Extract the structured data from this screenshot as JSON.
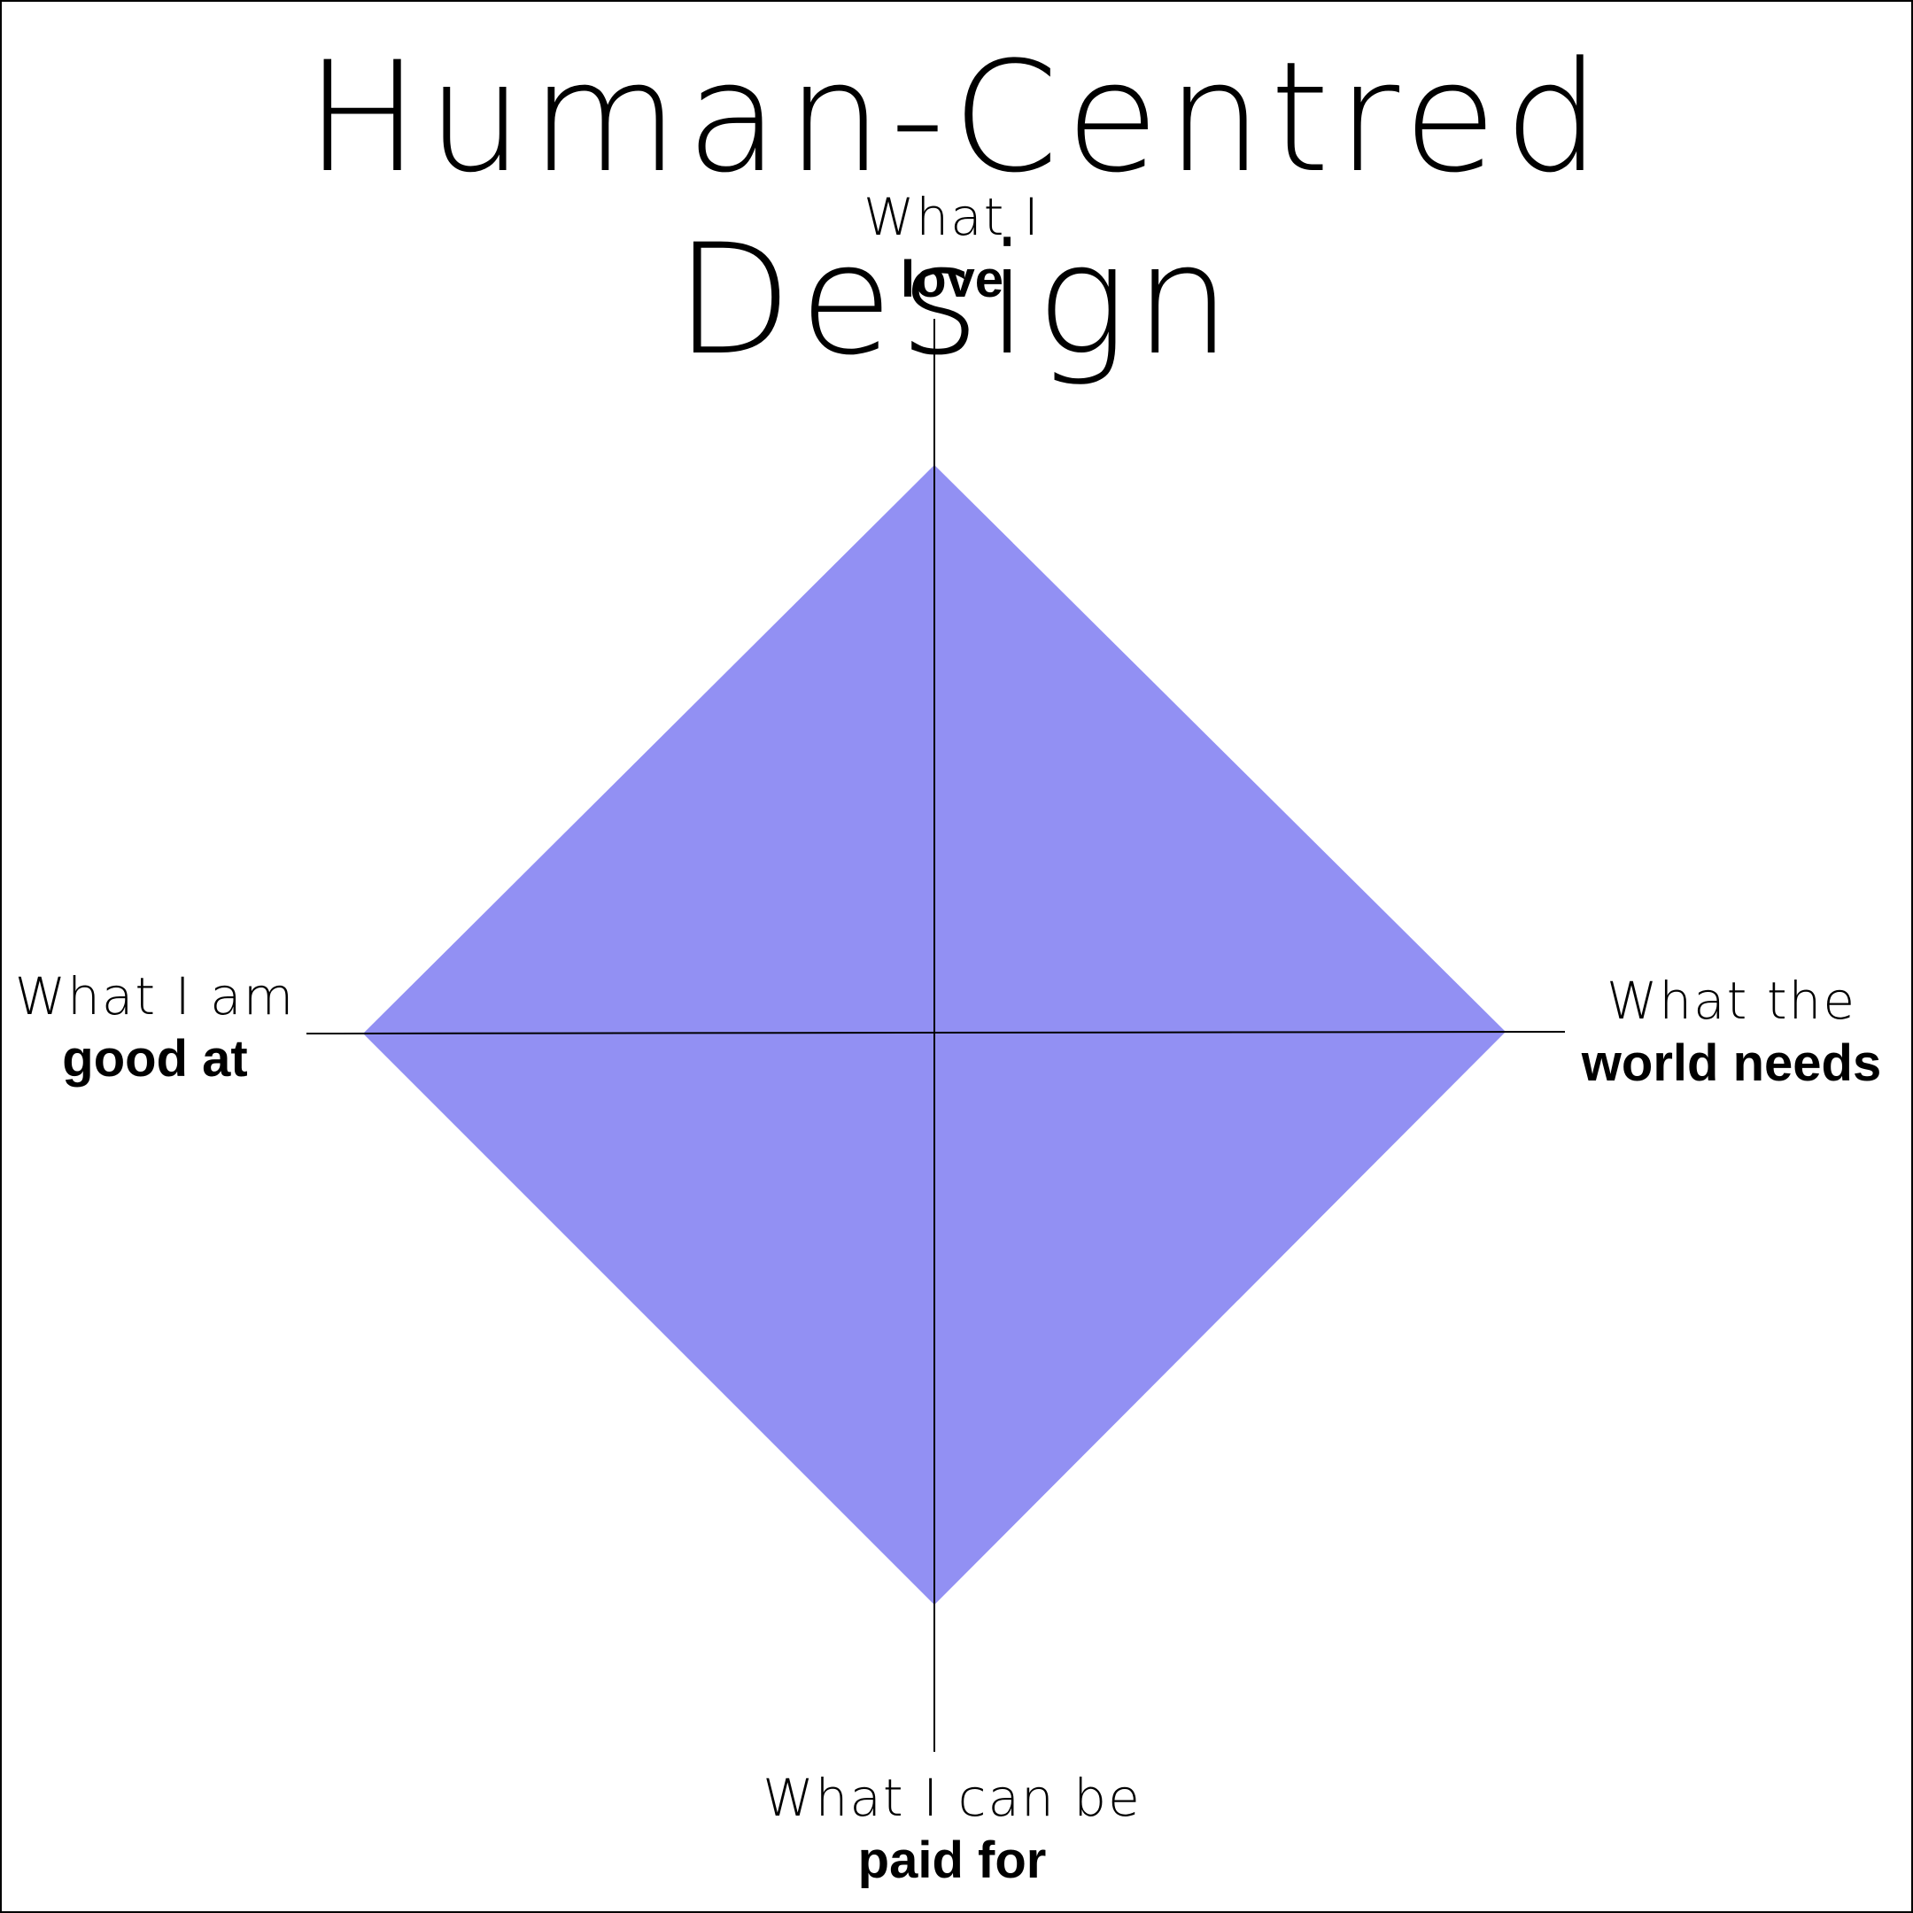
{
  "title": "Human-Centred Design",
  "colors": {
    "diamond_fill": "#9290f3",
    "axis_line": "#000000",
    "background": "#ffffff"
  },
  "labels": {
    "top": {
      "light": "What I",
      "bold": "love"
    },
    "left": {
      "light": "What I am",
      "bold": "good at"
    },
    "right": {
      "light": "What the",
      "bold": "world needs"
    },
    "bottom": {
      "light": "What I can be",
      "bold": "paid for"
    }
  }
}
